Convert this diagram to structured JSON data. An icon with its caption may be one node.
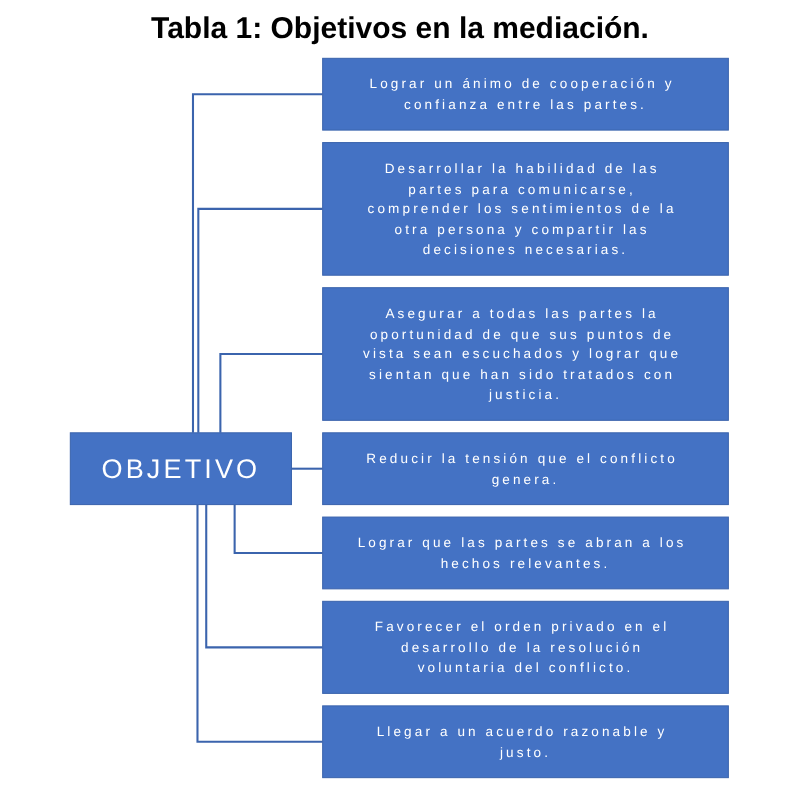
{
  "diagram": {
    "title": "Tabla 1: Objetivos en la mediación.",
    "nodes": [
      {
        "text": [
          "OBJETIVO"
        ]
      },
      {
        "text": [
          "Lograr un ánimo de cooperación y confianza entre las partes."
        ]
      },
      {
        "text": [
          "Desarrollar la habilidad de las partes para comunicarse, comprender los sentimientos de la otra persona y compartir las decisiones necesarias."
        ]
      },
      {
        "text": [
          "Asegurar a todas las partes la oportunidad de que sus puntos de vista sean escuchados y lograr que sientan que han sido tratados con justicia."
        ]
      },
      {
        "text": [
          "Reducir la tensión que el conflicto genera."
        ]
      },
      {
        "text": [
          "Lograr que las partes se abran a los hechos relevantes."
        ]
      },
      {
        "text": [
          "Favorecer el orden privado en el desarrollo de la resolución voluntaria del conflicto."
        ]
      },
      {
        "text": [
          "Llegar a un acuerdo razonable y justo."
        ]
      }
    ],
    "edges": [
      {
        "from": 0,
        "to": 1,
        "arrow": "none"
      },
      {
        "from": 0,
        "to": 2,
        "arrow": "none"
      },
      {
        "from": 0,
        "to": 3,
        "arrow": "none"
      },
      {
        "from": 0,
        "to": 4,
        "arrow": "none"
      },
      {
        "from": 0,
        "to": 5,
        "arrow": "none"
      },
      {
        "from": 0,
        "to": 6,
        "arrow": "none"
      },
      {
        "from": 0,
        "to": 7,
        "arrow": "none"
      }
    ]
  }
}
